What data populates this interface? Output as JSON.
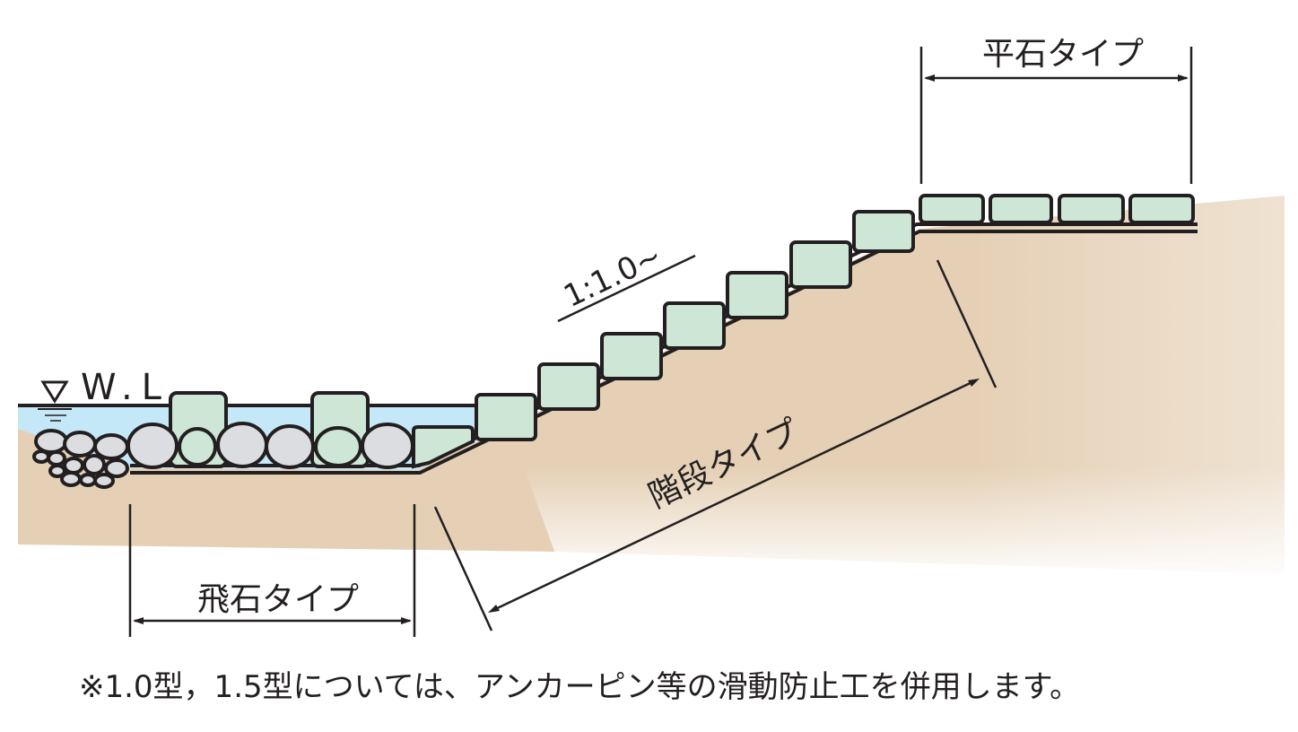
{
  "colors": {
    "water": "#c4e8f8",
    "soil": "#e5d0b5",
    "stone_green": "#cde6d6",
    "stone_grey": "#dcdde0",
    "line": "#231f20"
  },
  "labels": {
    "flat_type": "平石タイプ",
    "stepping_type": "飛石タイプ",
    "stair_type": "階段タイプ",
    "slope": "1:1.0~",
    "water_level": "W.L."
  },
  "note": "※1.0型，1.5型については、アンカーピン等の滑動防止工を併用します。"
}
